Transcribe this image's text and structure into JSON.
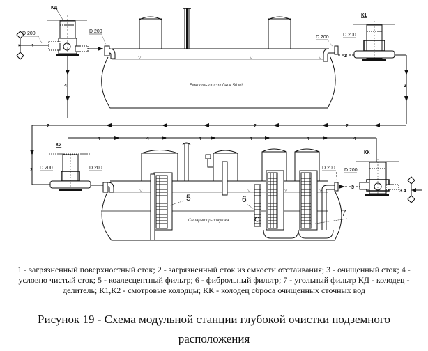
{
  "figure": {
    "caption": "Рисунок 19 - Схема модульной станции глубокой очистки подземного расположения",
    "legend": "1 - загрязненный поверхностный сток;  2 - загрязненный сток из емкости отстаивания; 3 - очищенный сток;  4 - условно чистый сток; 5 - коалесцентный фильтр;  6 - фиброльный фильтр; 7 - угольный фильтр КД - колодец - делитель; К1,К2 - смотровые колодцы; КК - колодец сброса очищенных сточных вод"
  },
  "diagram": {
    "wells": {
      "kd": "КД",
      "k1": "К1",
      "k2": "К2",
      "kk": "КК"
    },
    "pipe_label": "D 200",
    "tanks": {
      "settling": "Емкость-отстойник 50 м³",
      "separator": "Сепаратор-ловушка"
    },
    "flow_labels": {
      "f1": "1",
      "f2": "2",
      "f3": "3",
      "f4": "4",
      "f34": "3.4"
    },
    "component_numbers": {
      "c5": "5",
      "c6": "6",
      "c7": "7"
    },
    "level_mark": "▽"
  },
  "colors": {
    "line": "#111111",
    "background": "#ffffff"
  }
}
